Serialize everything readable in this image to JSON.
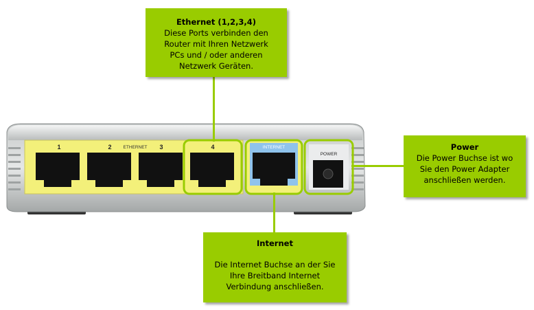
{
  "callouts": {
    "ethernet": {
      "title": "Ethernet (1,2,3,4)",
      "lines": [
        "Diese Ports verbinden den",
        "Router mit Ihren Netzwerk",
        "PCs und / oder anderen",
        "Netzwerk Geräten."
      ]
    },
    "power": {
      "title": "Power",
      "lines": [
        "Die Power Buchse ist wo",
        "Sie den Power Adapter",
        "anschließen werden."
      ]
    },
    "internet": {
      "title": "Internet",
      "lines": [
        "Die Internet Buchse an der Sie",
        "Ihre Breitband Internet",
        "Verbindung anschließen."
      ]
    }
  },
  "router": {
    "port_numbers": [
      "1",
      "2",
      "3",
      "4"
    ],
    "ethernet_label": "ETHERNET",
    "internet_label": "INTERNET",
    "power_label": "POWER"
  },
  "colors": {
    "callout": "#99cc00",
    "port_panel": "#f3f07a",
    "internet_panel": "#8fc3ec",
    "body": "#d4d6d6"
  }
}
